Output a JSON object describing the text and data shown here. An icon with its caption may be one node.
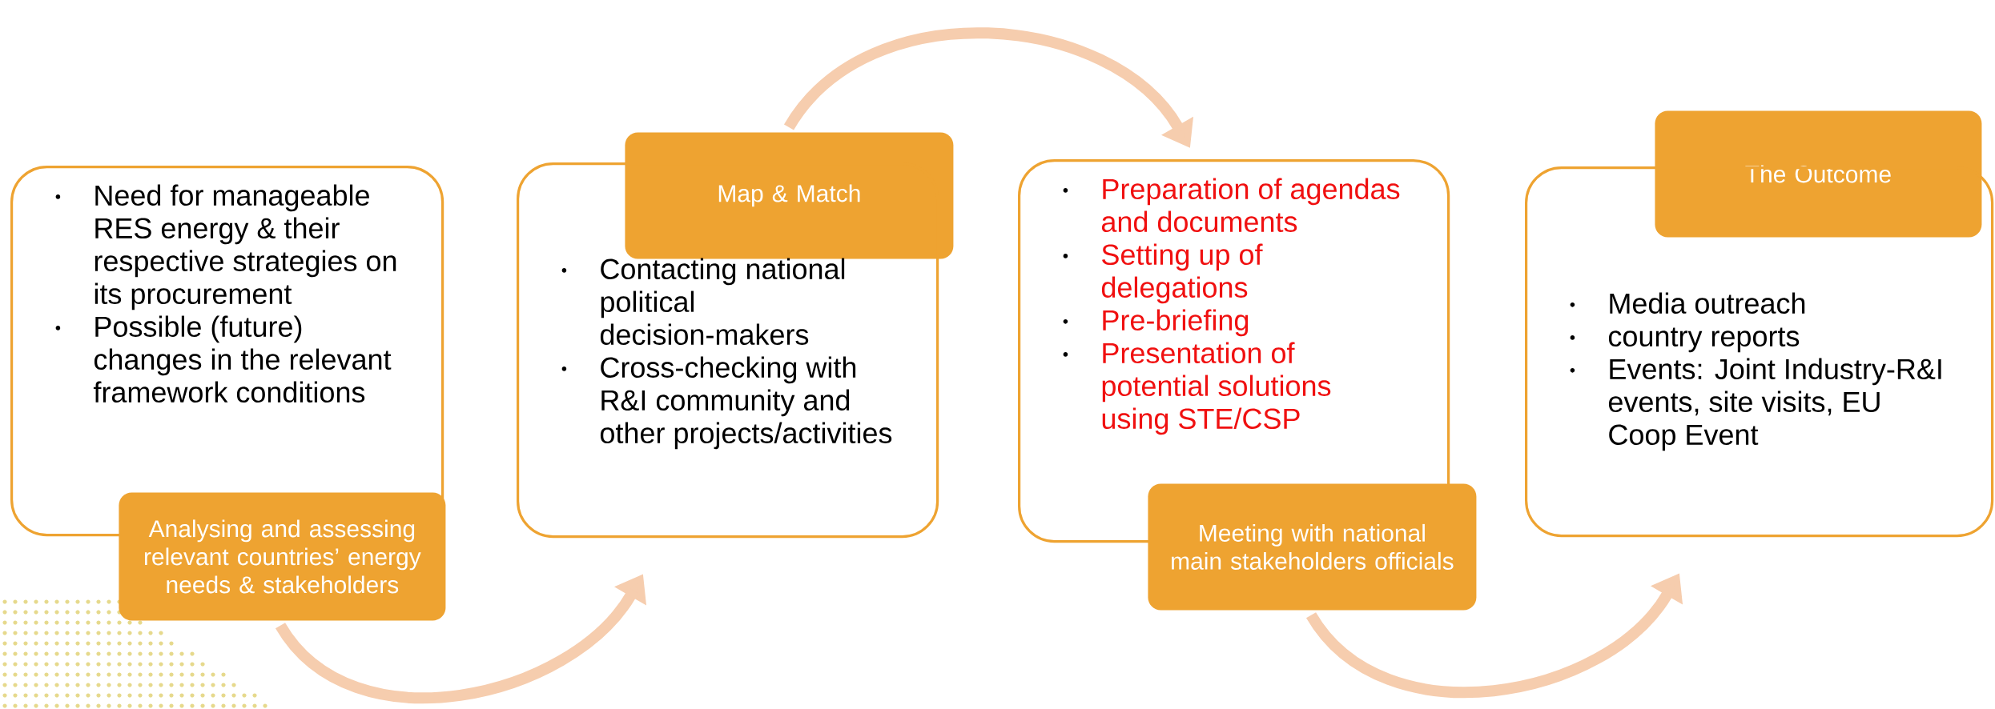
{
  "diagram": {
    "nodes": [
      {
        "text": [
          "Need for manageable RES energy & their respective strategies on its procurement",
          "Possible (future) changes in the relevant framework conditions"
        ]
      },
      {
        "text": [
          "Analysing and assessing  relevant countries’ energy needs & stakeholders"
        ]
      },
      {
        "text": [
          "Map & Match"
        ]
      },
      {
        "text": [
          "Contacting national political decision-makers",
          "Cross-checking with R&I community and other projects/activities"
        ]
      },
      {
        "text": [
          "Preparation of agendas and documents",
          "Setting up of delegations",
          "Pre-briefing",
          "Presentation of potential solutions using STE/CSP"
        ]
      },
      {
        "text": [
          "Meeting with national main stakeholders officials"
        ]
      },
      {
        "text": [
          "The Outcome"
        ]
      },
      {
        "text": [
          "Media outreach",
          "country reports",
          "Events: Joint Industry-R&I events, site visits, EU Coop Event"
        ]
      }
    ],
    "edges": [
      {
        "from": 1,
        "to": 3,
        "arrow": "to"
      },
      {
        "from": 2,
        "to": 4,
        "arrow": "to"
      },
      {
        "from": 5,
        "to": 7,
        "arrow": "to"
      }
    ]
  }
}
